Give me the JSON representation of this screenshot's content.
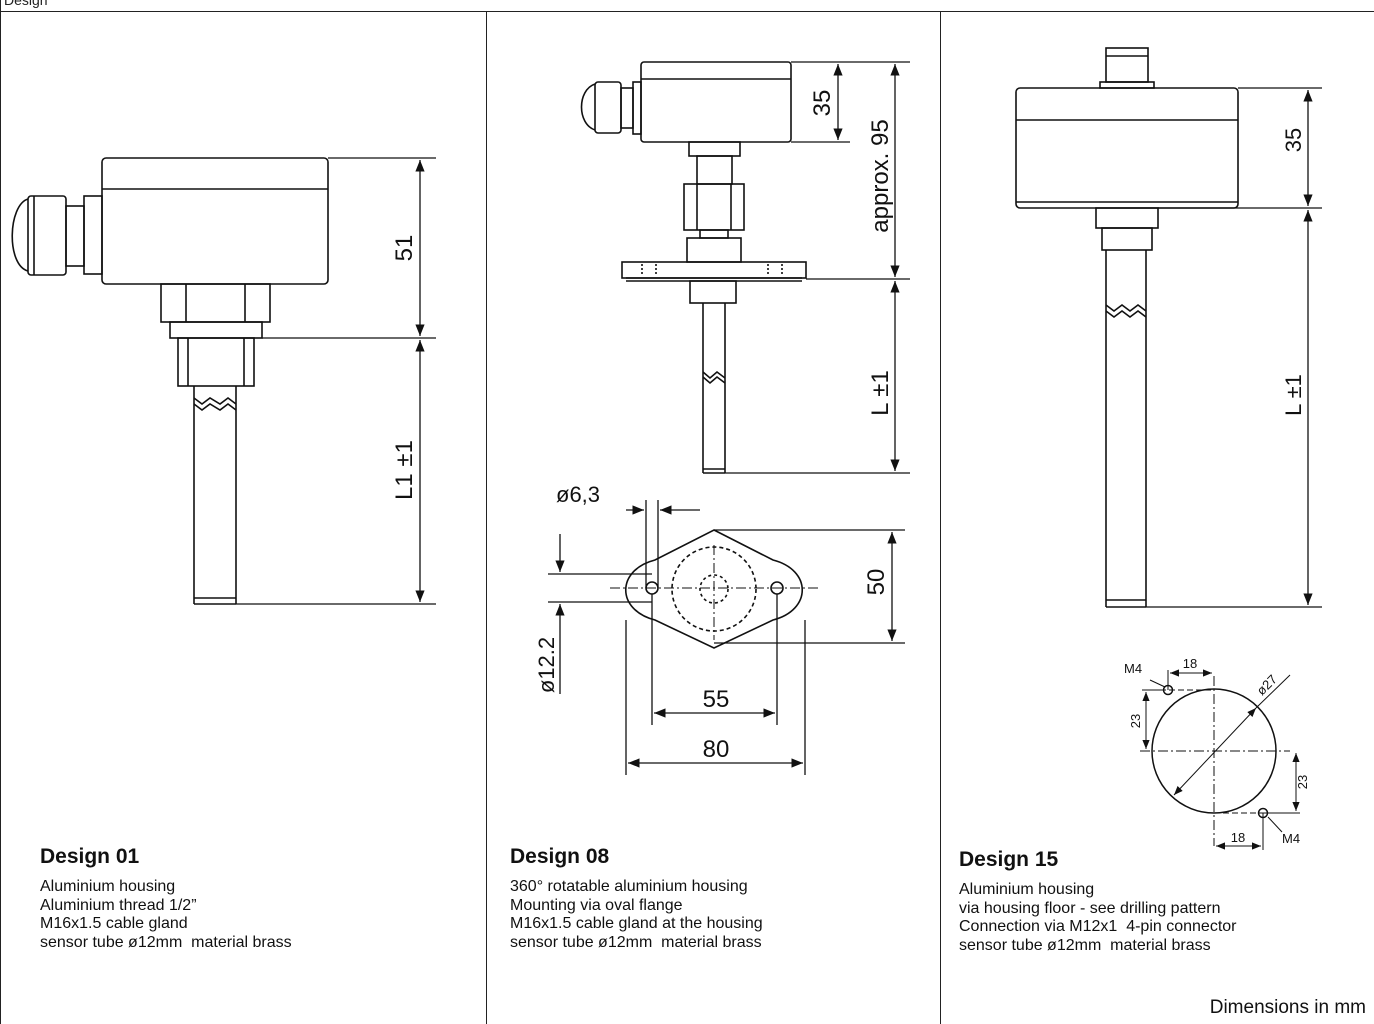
{
  "header": {
    "label": "Design"
  },
  "panels": [
    {
      "title": "Design 01",
      "lines": [
        "Aluminium housing",
        "Aluminium thread 1/2”",
        "M16x1.5 cable gland",
        "sensor tube ø12mm  material brass"
      ],
      "dims": {
        "housing_height": "51",
        "tube_length": "L1 ±1"
      }
    },
    {
      "title": "Design 08",
      "lines": [
        "360° rotatable aluminium housing",
        "Mounting via oval flange",
        "M16x1.5 cable gland at the housing",
        "sensor tube ø12mm  material brass"
      ],
      "dims": {
        "housing_height": "35",
        "total_height": "approx. 95",
        "tube_length": "L ±1",
        "hole_diameter": "ø6,3",
        "center_diameter": "ø12.2",
        "flange_height": "50",
        "hole_spacing": "55",
        "flange_width": "80"
      }
    },
    {
      "title": "Design 15",
      "lines": [
        "Aluminium housing",
        "via housing floor - see drilling pattern",
        "Connection via M12x1  4-pin connector",
        "sensor tube ø12mm  material brass"
      ],
      "dims": {
        "housing_height": "35",
        "tube_length": "L ±1",
        "m4_top": "M4",
        "m4_bottom": "M4",
        "offset_top": "18",
        "offset_bottom": "18",
        "vert_left": "23",
        "vert_right": "23",
        "circle_diameter": "ø27"
      }
    }
  ],
  "footer": {
    "text": "Dimensions in mm"
  }
}
